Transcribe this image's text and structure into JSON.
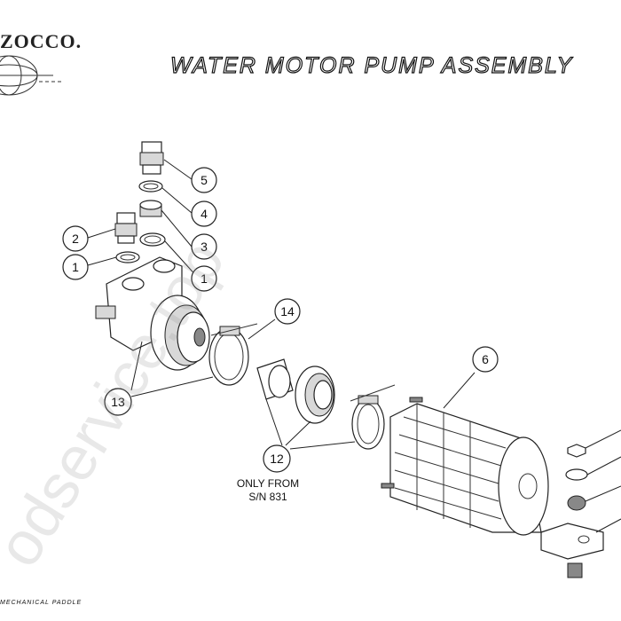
{
  "brand": {
    "logo_text": "ZOCCO."
  },
  "header": {
    "title": "WATER MOTOR PUMP ASSEMBLY"
  },
  "callouts": [
    {
      "label": "5"
    },
    {
      "label": "4"
    },
    {
      "label": "3"
    },
    {
      "label": "1"
    },
    {
      "label": "2"
    },
    {
      "label": "1"
    },
    {
      "label": "14"
    },
    {
      "label": "13"
    },
    {
      "label": "12"
    },
    {
      "label": "6"
    }
  ],
  "note": {
    "line1": "ONLY FROM",
    "line2": "S/N 831"
  },
  "footer": {
    "text": "MECHANICAL PADDLE"
  },
  "watermark": {
    "text": "odservice.top"
  }
}
